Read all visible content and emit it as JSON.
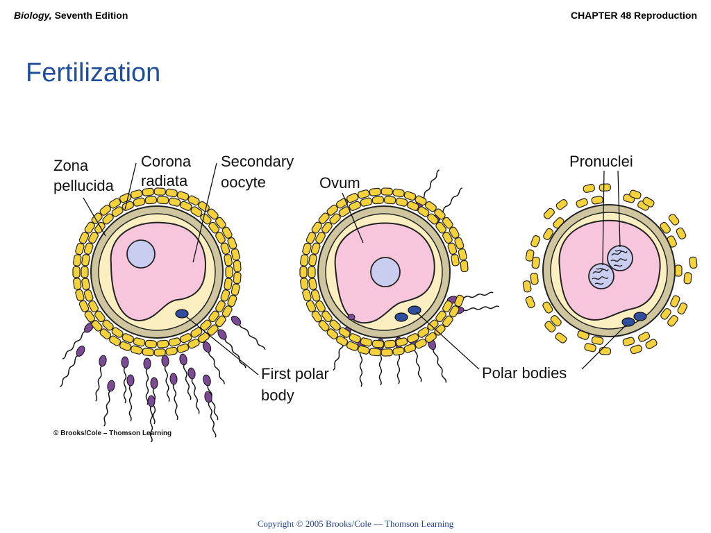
{
  "header": {
    "book_italic": "Biology,",
    "book_rest": " Seventh Edition",
    "chapter": "CHAPTER 48 Reproduction"
  },
  "slide": {
    "title": "Fertilization"
  },
  "diagram": {
    "labels": {
      "zona_1": "Zona",
      "zona_2": "pellucida",
      "corona_1": "Corona",
      "corona_2": "radiata",
      "secondary_1": "Secondary",
      "secondary_2": "oocyte",
      "ovum": "Ovum",
      "pronuclei": "Pronuclei",
      "first_polar_1": "First polar",
      "first_polar_2": "body",
      "polar_bodies": "Polar bodies"
    },
    "credit": "© Brooks/Cole – Thomson Learning",
    "colors": {
      "corona_cell": "#f5d23c",
      "zona": "#cfc6a0",
      "perivitelline": "#fbeec0",
      "cytoplasm": "#f7c6dc",
      "nucleus": "#c9cdf0",
      "sperm": "#7a4a94",
      "polar_body": "#2f4e9e"
    }
  },
  "footer": {
    "copyright": "Copyright © 2005 Brooks/Cole — Thomson Learning"
  }
}
